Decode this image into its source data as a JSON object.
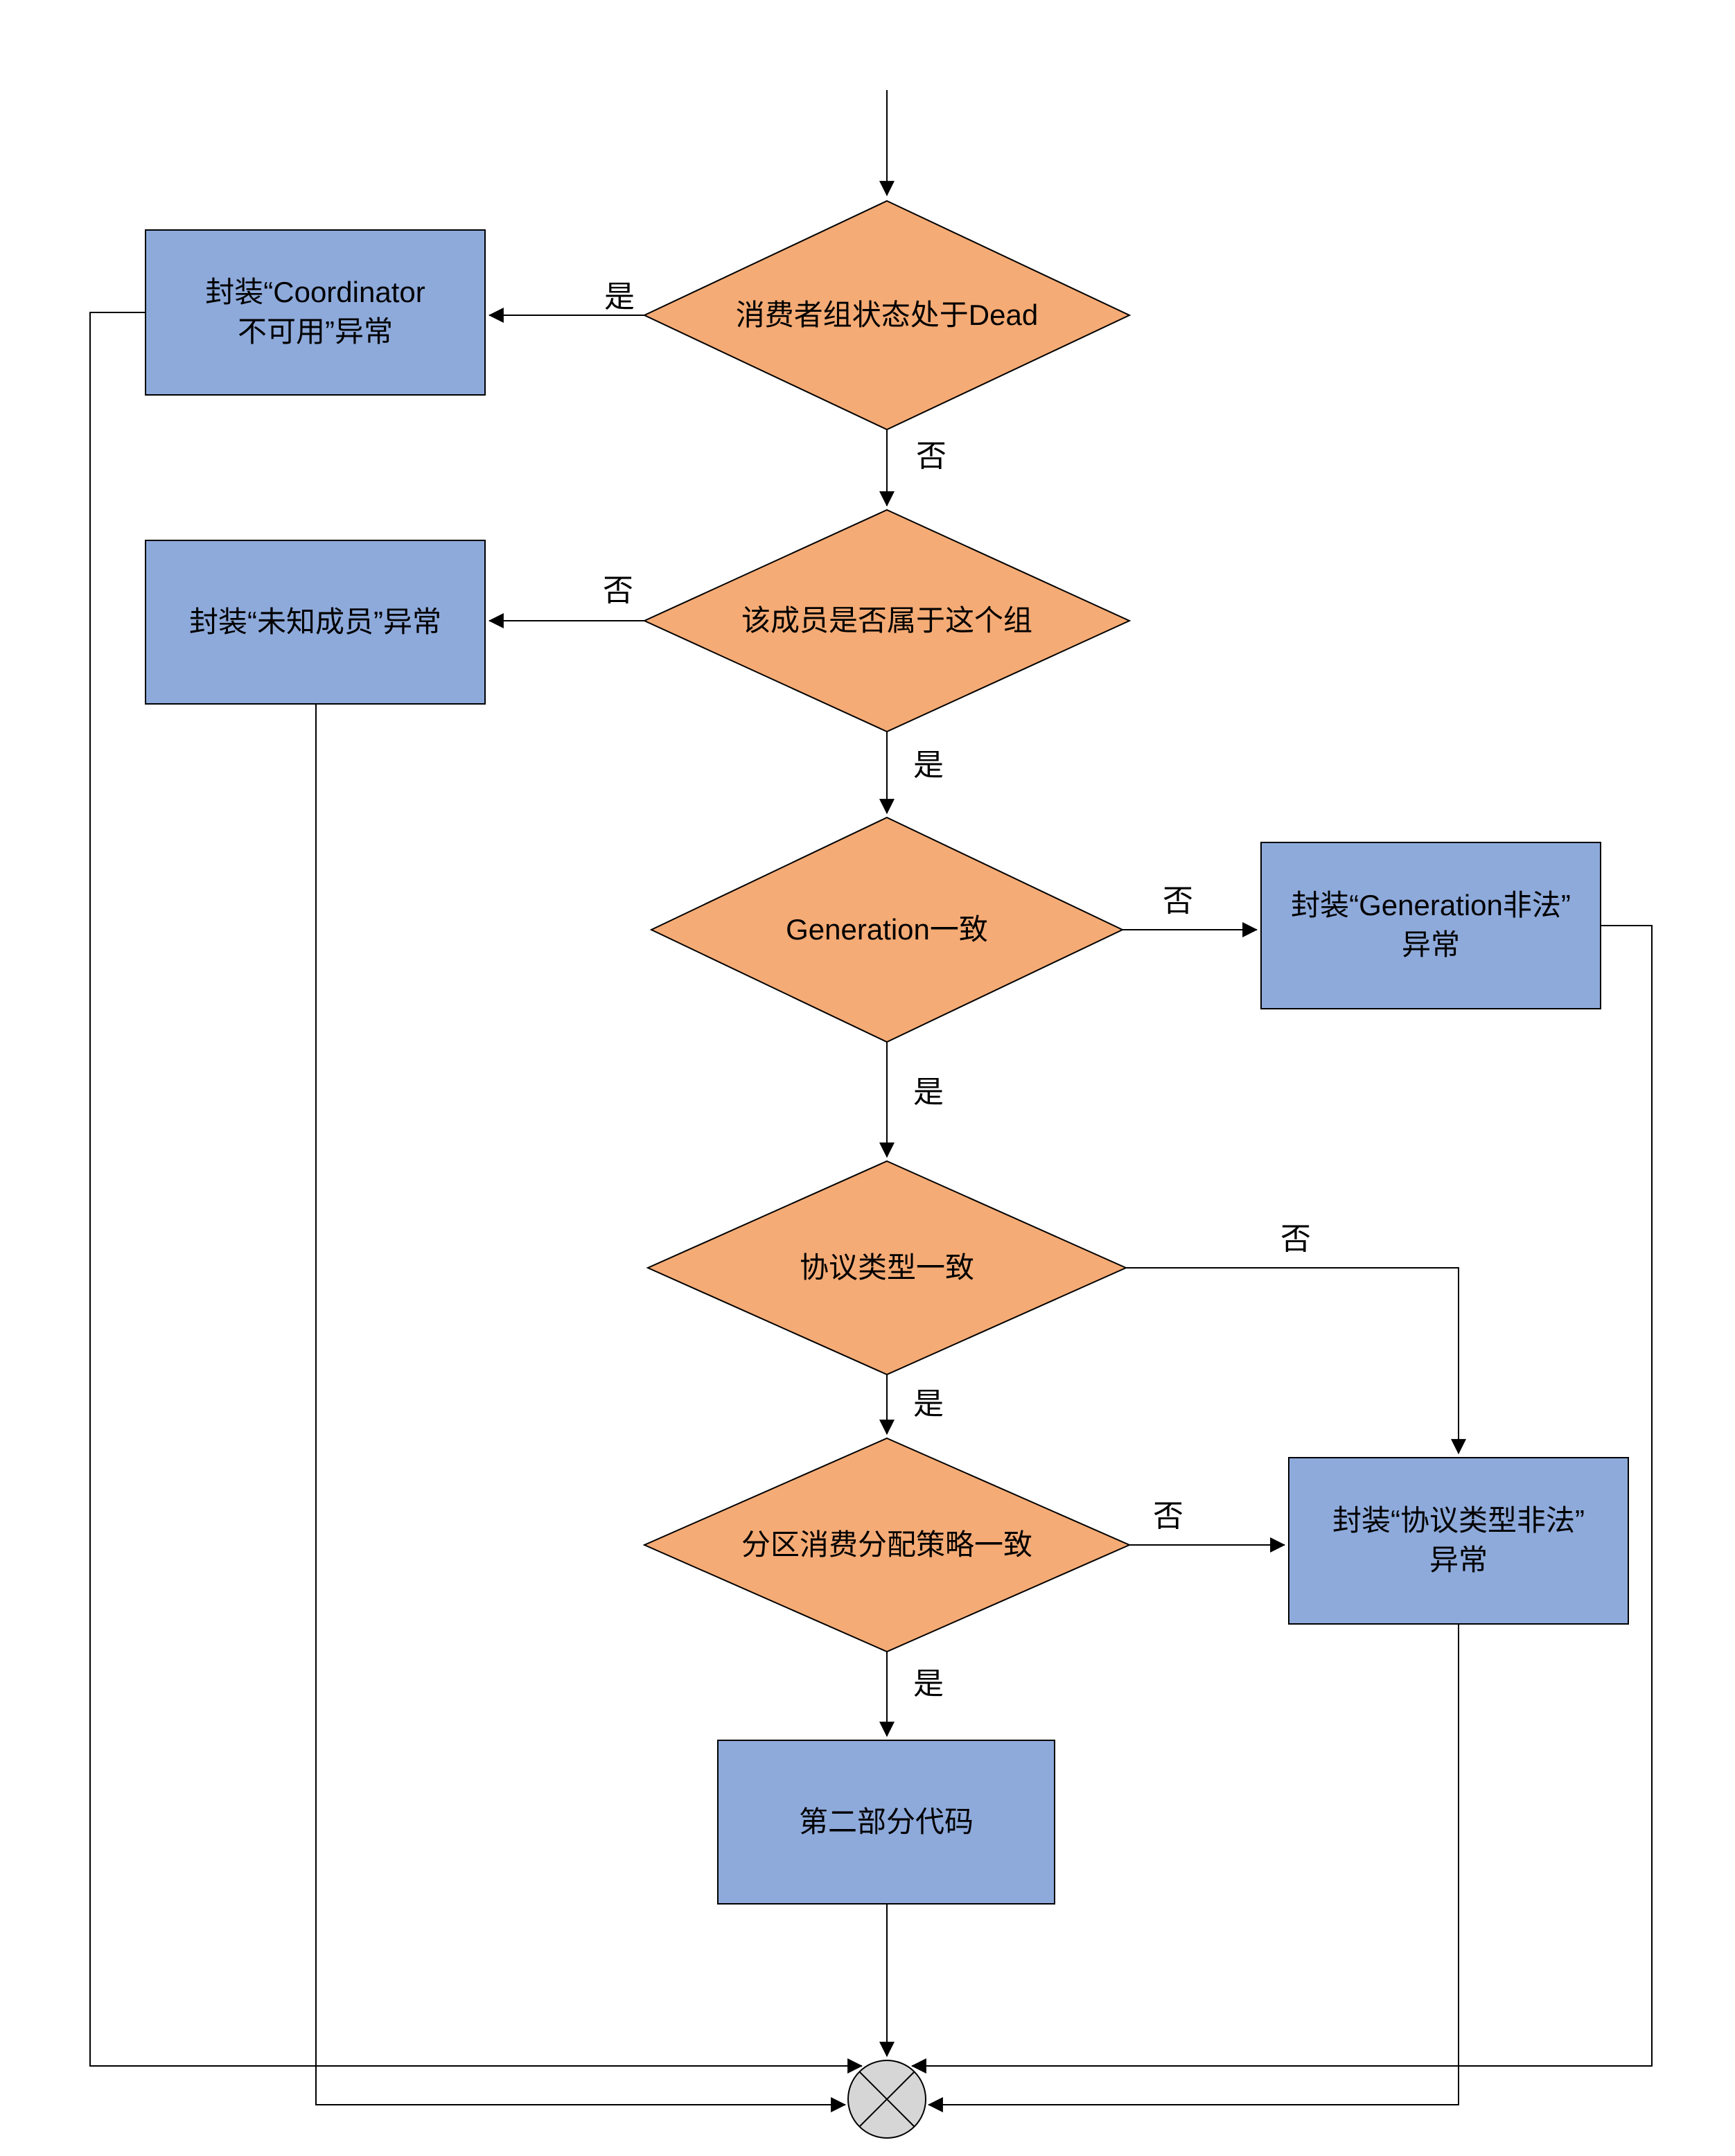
{
  "colors": {
    "page_bg": "#ffffff",
    "diamond_fill": "#f5ab75",
    "rect_fill": "#8eaadb",
    "end_fill": "#d6d6d6",
    "stroke": "#000000",
    "text_color": "#000000"
  },
  "nodes": {
    "d1": {
      "label": "消费者组状态处于Dead"
    },
    "r1": {
      "line1": "封装“Coordinator",
      "line2": "不可用”异常"
    },
    "d2": {
      "label": "该成员是否属于这个组"
    },
    "r2": {
      "label": "封装“未知成员”异常"
    },
    "d3": {
      "label": "Generation一致"
    },
    "r3": {
      "line1": "封装“Generation非法”",
      "line2": "异常"
    },
    "d4": {
      "label": "协议类型一致"
    },
    "d5": {
      "label": "分区消费分配策略一致"
    },
    "r5": {
      "line1": "封装“协议类型非法”",
      "line2": "异常"
    },
    "r6": {
      "label": "第二部分代码"
    }
  },
  "edge_labels": {
    "d1_yes": "是",
    "d1_no": "否",
    "d2_no": "否",
    "d2_yes": "是",
    "d3_no": "否",
    "d3_yes": "是",
    "d4_no": "否",
    "d4_yes": "是",
    "d5_no": "否",
    "d5_yes": "是"
  }
}
